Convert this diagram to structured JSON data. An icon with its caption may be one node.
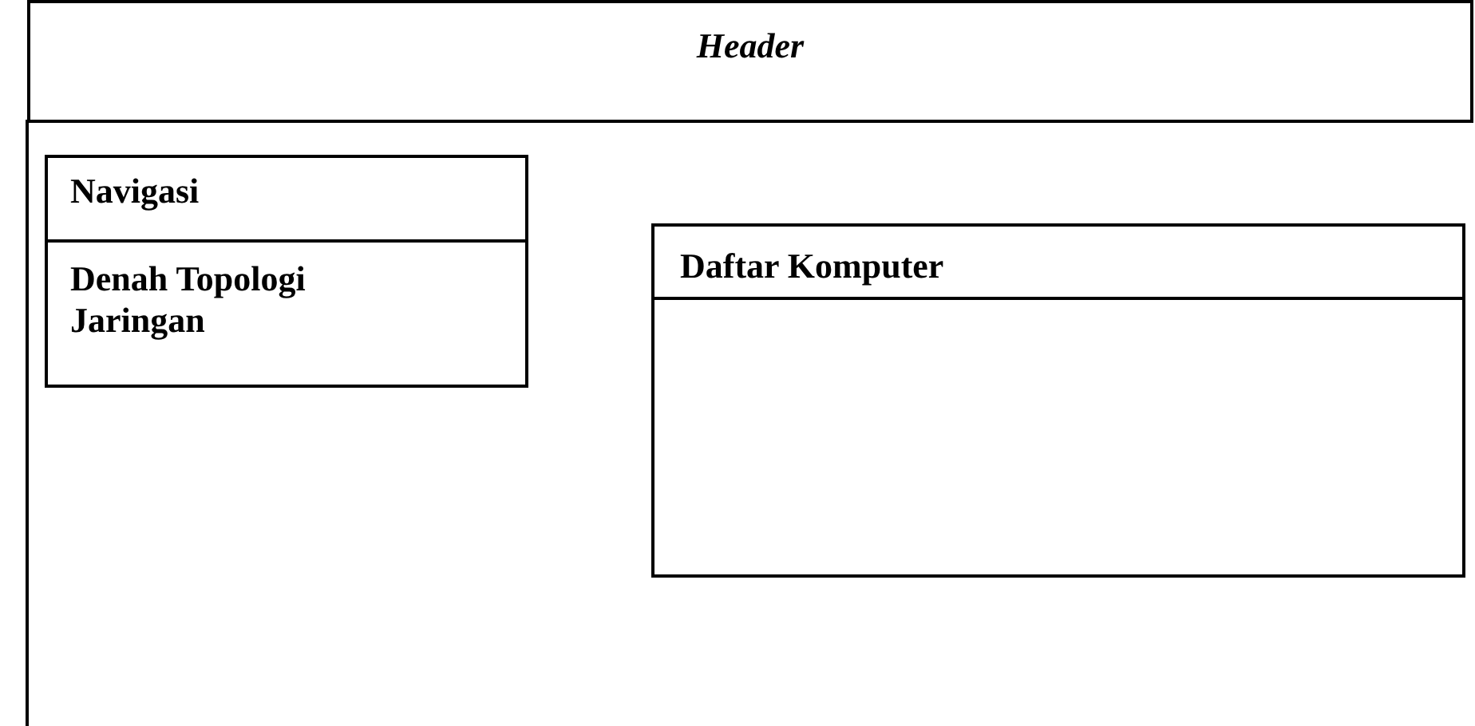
{
  "diagram": {
    "nodes": [
      {
        "text": [
          "Header"
        ]
      },
      {
        "text": [
          "Navigasi"
        ]
      },
      {
        "text": [
          "Denah Topologi Jaringan"
        ]
      },
      {
        "text": [
          "Daftar Komputer"
        ]
      },
      {
        "text": [],
        "shape": "box"
      }
    ],
    "edges": []
  }
}
